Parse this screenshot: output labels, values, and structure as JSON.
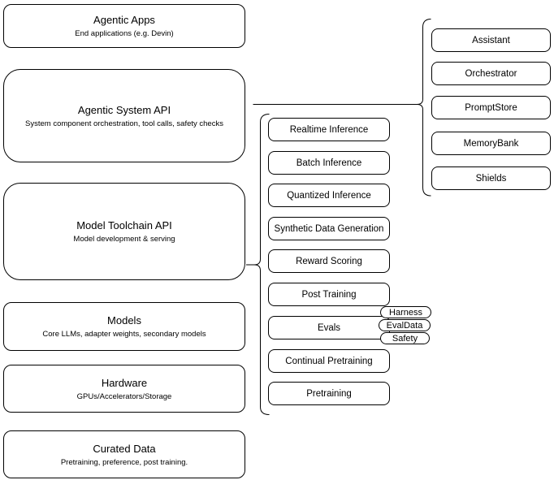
{
  "diagram": {
    "left_stack": [
      {
        "title": "Agentic Apps",
        "subtitle": "End applications (e.g. Devin)"
      },
      {
        "title": "Agentic System API",
        "subtitle": "System component orchestration, tool calls, safety checks"
      },
      {
        "title": "Model Toolchain API",
        "subtitle": "Model development & serving"
      },
      {
        "title": "Models",
        "subtitle": "Core LLMs, adapter weights, secondary models"
      },
      {
        "title": "Hardware",
        "subtitle": "GPUs/Accelerators/Storage"
      },
      {
        "title": "Curated Data",
        "subtitle": "Pretraining, preference, post training."
      }
    ],
    "toolchain_capabilities": [
      "Realtime Inference",
      "Batch Inference",
      "Quantized Inference",
      "Synthetic Data Generation",
      "Reward Scoring",
      "Post Training",
      "Evals",
      "Continual Pretraining",
      "Pretraining"
    ],
    "evals_tags": [
      "Harness",
      "EvalData",
      "Safety"
    ],
    "system_components": [
      "Assistant",
      "Orchestrator",
      "PromptStore",
      "MemoryBank",
      "Shields"
    ],
    "colors": {
      "border": "#000000",
      "background": "#ffffff",
      "text": "#000000"
    }
  }
}
